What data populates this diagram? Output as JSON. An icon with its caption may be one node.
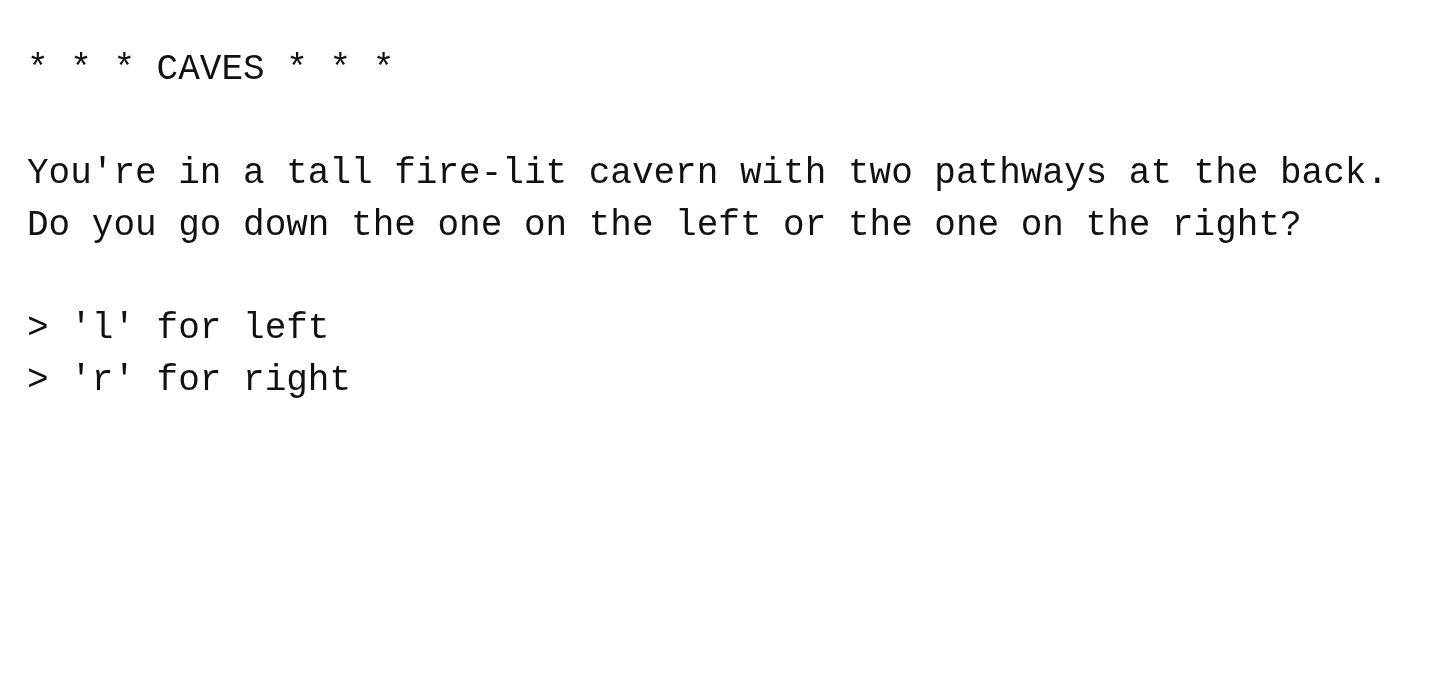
{
  "diagram": {
    "title": "* * * CAVES * * *",
    "labels": [
      "You're in a tall fire-lit cavern with two pathways at the back. Do you go down the one on the left or the one on the right?",
      "> 'l' for left",
      "> 'r' for right"
    ]
  }
}
